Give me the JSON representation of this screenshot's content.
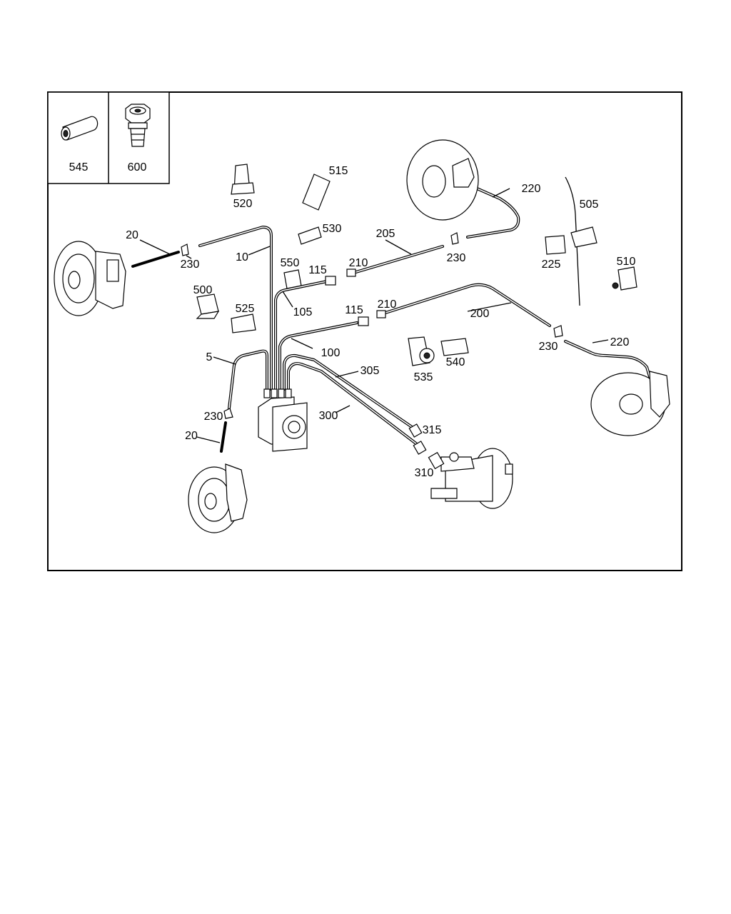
{
  "inset": {
    "items": [
      {
        "id": "inset-545",
        "label": "545",
        "icon": "sleeve-icon"
      },
      {
        "id": "inset-600",
        "label": "600",
        "icon": "bleed-screw-icon"
      }
    ]
  },
  "labels": {
    "l5": "5",
    "l10": "10",
    "l20a": "20",
    "l20b": "20",
    "l100": "100",
    "l105": "105",
    "l115a": "115",
    "l115b": "115",
    "l200": "200",
    "l205": "205",
    "l210a": "210",
    "l210b": "210",
    "l220a": "220",
    "l220b": "220",
    "l225": "225",
    "l230a": "230",
    "l230b": "230",
    "l230c": "230",
    "l230d": "230",
    "l300": "300",
    "l305": "305",
    "l310": "310",
    "l315": "315",
    "l500": "500",
    "l505": "505",
    "l510": "510",
    "l515": "515",
    "l520": "520",
    "l525": "525",
    "l530": "530",
    "l535": "535",
    "l540": "540",
    "l550": "550"
  }
}
